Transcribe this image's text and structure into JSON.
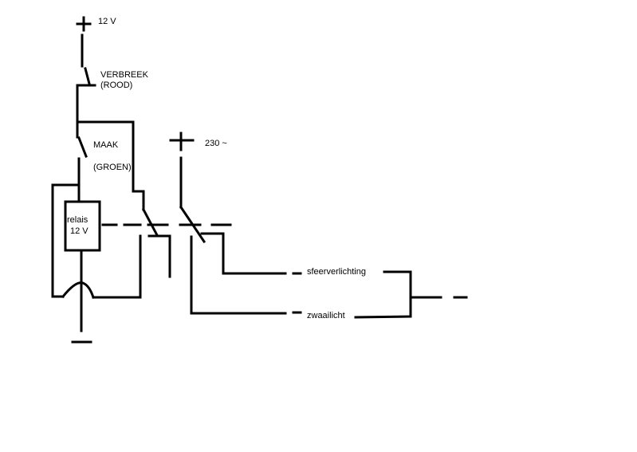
{
  "labels": {
    "supply_12v": "12 V",
    "break_switch": "VERBREEK",
    "break_color": "(ROOD)",
    "make_switch": "MAAK",
    "make_color": "(GROEN)",
    "supply_230": "230 ~",
    "relay_name": "relais",
    "relay_voltage": "12 V",
    "output_1": "sfeerverlichting",
    "output_2": "zwaailicht"
  }
}
